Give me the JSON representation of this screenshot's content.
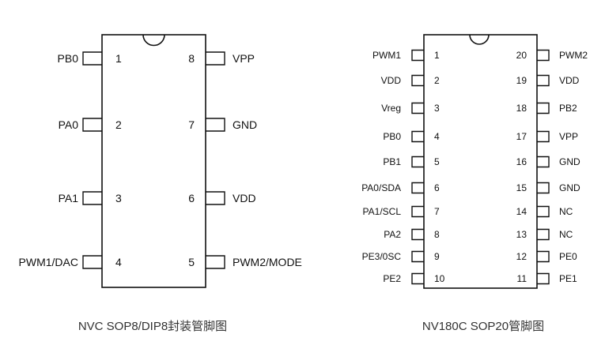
{
  "sop8": {
    "caption": "NVC SOP8/DIP8封装管脚图",
    "left_pins": [
      {
        "num": "1",
        "label": "PB0"
      },
      {
        "num": "2",
        "label": "PA0"
      },
      {
        "num": "3",
        "label": "PA1"
      },
      {
        "num": "4",
        "label": "PWM1/DAC"
      }
    ],
    "right_pins": [
      {
        "num": "8",
        "label": "VPP"
      },
      {
        "num": "7",
        "label": "GND"
      },
      {
        "num": "6",
        "label": "VDD"
      },
      {
        "num": "5",
        "label": "PWM2/MODE"
      }
    ]
  },
  "sop20": {
    "caption": "NV180C   SOP20管脚图",
    "left_pins": [
      {
        "num": "1",
        "label": "PWM1"
      },
      {
        "num": "2",
        "label": "VDD"
      },
      {
        "num": "3",
        "label": "Vreg"
      },
      {
        "num": "4",
        "label": "PB0"
      },
      {
        "num": "5",
        "label": "PB1"
      },
      {
        "num": "6",
        "label": "PA0/SDA"
      },
      {
        "num": "7",
        "label": "PA1/SCL"
      },
      {
        "num": "8",
        "label": "PA2"
      },
      {
        "num": "9",
        "label": "PE3/0SC"
      },
      {
        "num": "10",
        "label": "PE2"
      }
    ],
    "right_pins": [
      {
        "num": "20",
        "label": "PWM2"
      },
      {
        "num": "19",
        "label": "VDD"
      },
      {
        "num": "18",
        "label": "PB2"
      },
      {
        "num": "17",
        "label": "VPP"
      },
      {
        "num": "16",
        "label": "GND"
      },
      {
        "num": "15",
        "label": "GND"
      },
      {
        "num": "14",
        "label": "NC"
      },
      {
        "num": "13",
        "label": "NC"
      },
      {
        "num": "12",
        "label": "PE0"
      },
      {
        "num": "11",
        "label": "PE1"
      }
    ]
  }
}
